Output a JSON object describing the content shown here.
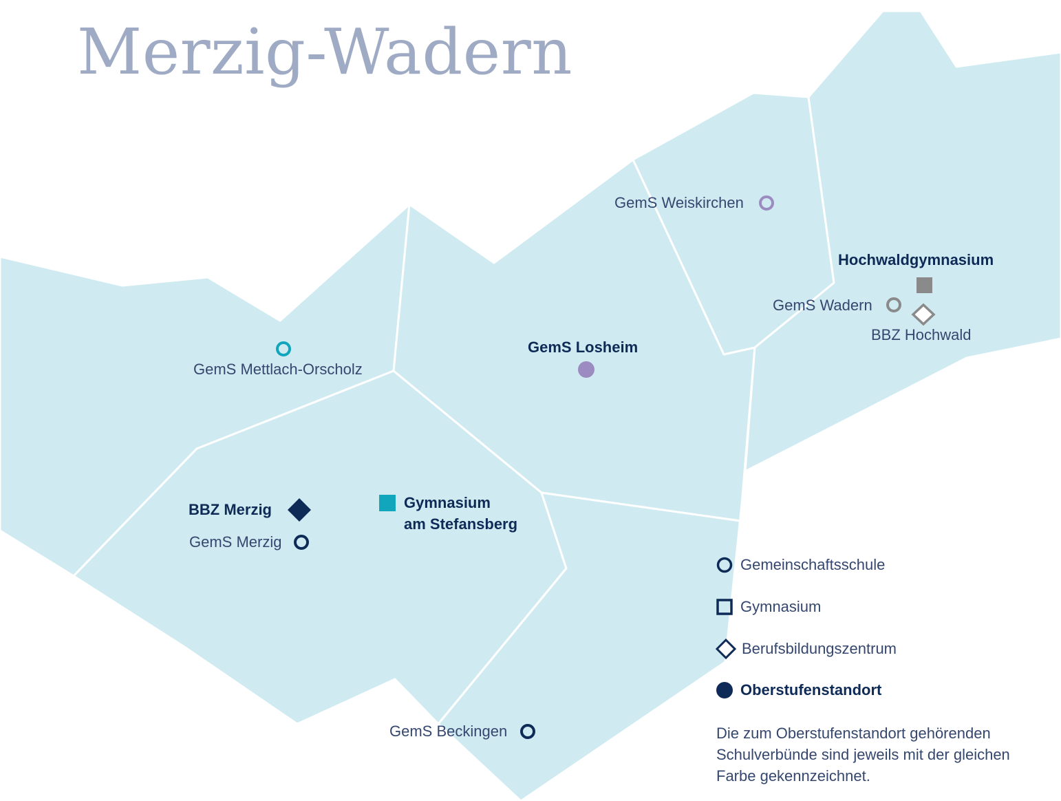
{
  "title": "Merzig-Wadern",
  "colors": {
    "region_fill": "#cfebf1",
    "region_border": "#ffffff",
    "navy": "#0e2a56",
    "teal": "#12a6bd",
    "purple": "#9b8bc0",
    "gray": "#8a8a8a"
  },
  "schools": {
    "weiskirchen": {
      "label": "GemS Weiskirchen",
      "icon": "ring-icon",
      "color": "purple"
    },
    "hochwaldgymnasium": {
      "label": "Hochwaldgymnasium",
      "icon": "square-icon",
      "color": "gray"
    },
    "wadern": {
      "label": "GemS Wadern",
      "icon": "ring-icon",
      "color": "gray"
    },
    "bbz_hochwald": {
      "label": "BBZ Hochwald",
      "icon": "diamond-outline-icon",
      "color": "gray"
    },
    "mettlach": {
      "label": "GemS Mettlach-Orscholz",
      "icon": "ring-icon",
      "color": "teal"
    },
    "losheim": {
      "label": "GemS Losheim",
      "icon": "dot-icon",
      "color": "purple"
    },
    "bbz_merzig": {
      "label": "BBZ Merzig",
      "icon": "diamond-icon",
      "color": "navy"
    },
    "merzig": {
      "label": "GemS Merzig",
      "icon": "ring-icon",
      "color": "navy"
    },
    "stefansberg": {
      "label_line1": "Gymnasium",
      "label_line2": "am Stefansberg",
      "icon": "square-icon",
      "color": "teal"
    },
    "beckingen": {
      "label": "GemS Beckingen",
      "icon": "ring-icon",
      "color": "navy"
    }
  },
  "legend": {
    "gemeinschaftsschule": "Gemeinschaftsschule",
    "gymnasium": "Gymnasium",
    "berufsbildungszentrum": "Berufsbildungszentrum",
    "oberstufenstandort": "Oberstufenstandort",
    "note": "Die zum Oberstufenstandort gehörenden Schulverbünde sind jeweils mit der gleichen Farbe gekennzeichnet."
  }
}
